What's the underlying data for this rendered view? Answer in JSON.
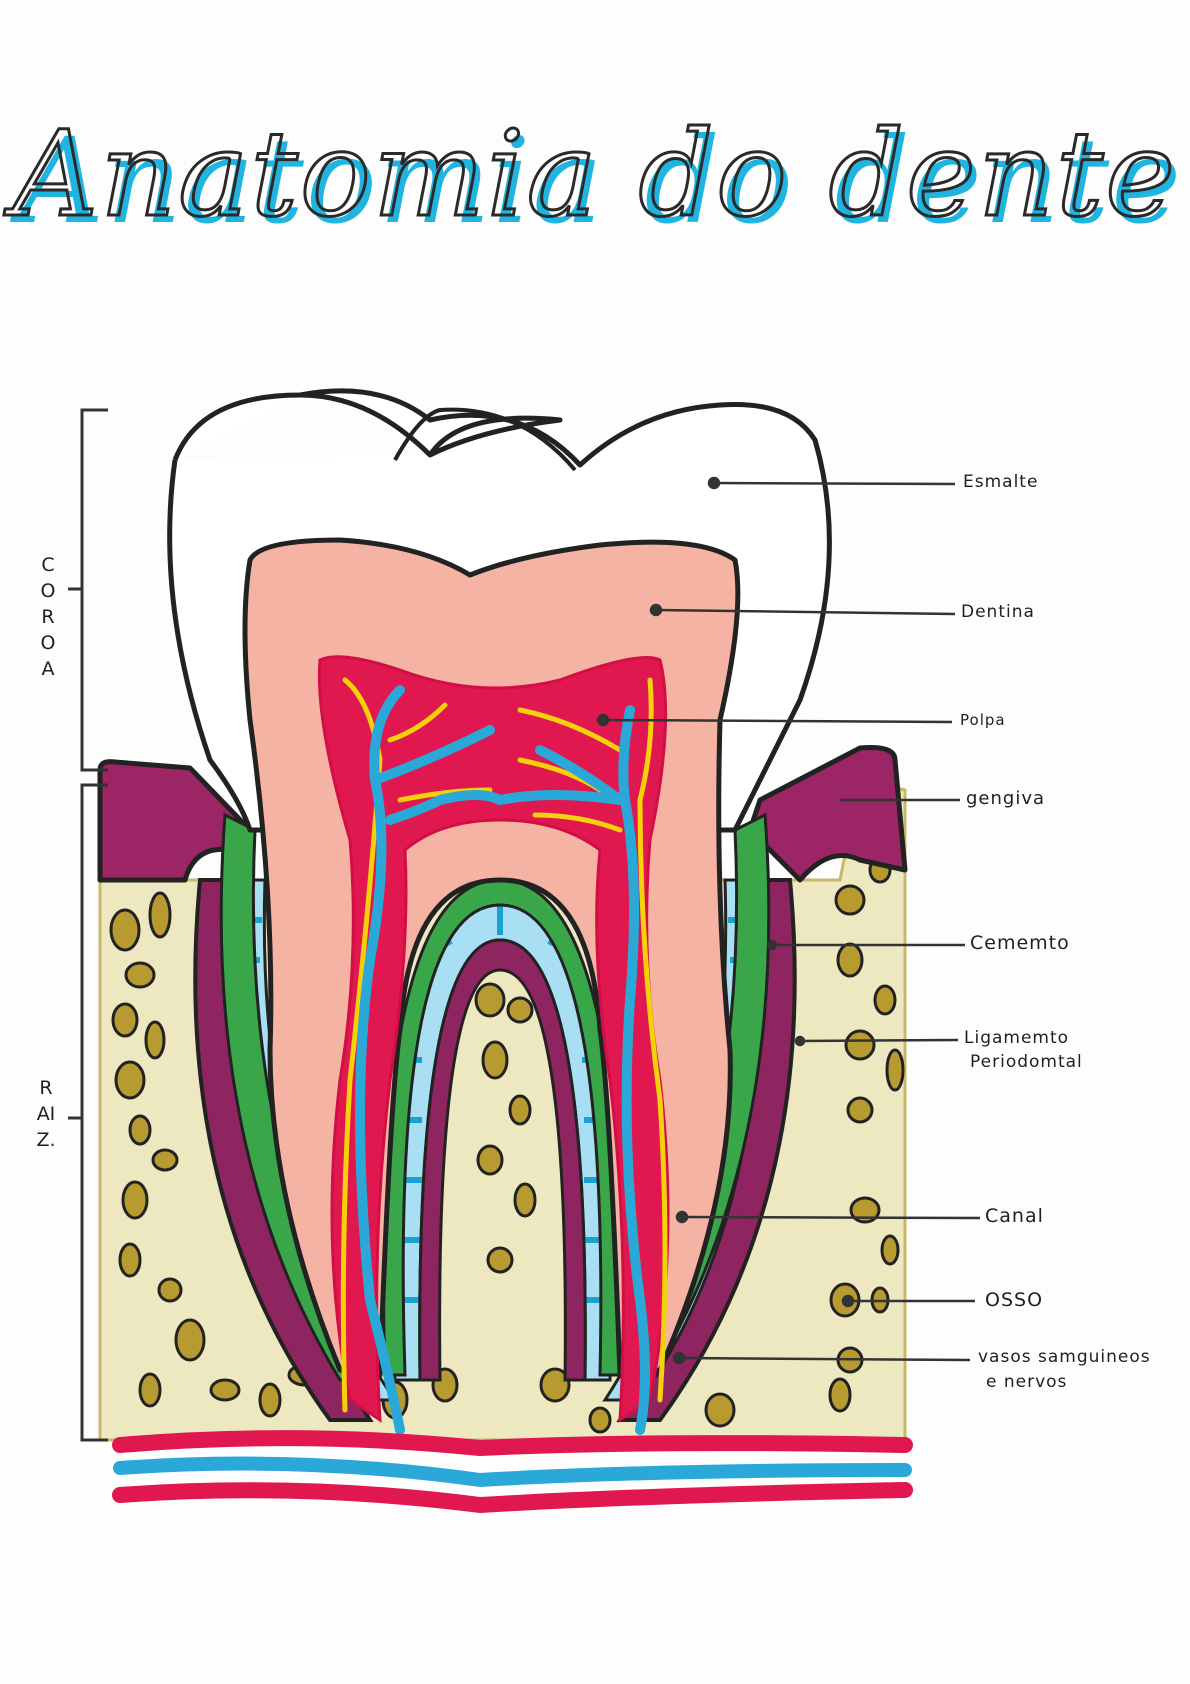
{
  "title": "Anatomia do dente",
  "regions": {
    "crown": "COROA",
    "root": "RAIZ."
  },
  "labels": {
    "esmalte": "Esmalte",
    "dentina": "Dentina",
    "polpa": "Polpa",
    "gengiva": "gengiva",
    "cemento": "Cememto",
    "ligamento_1": "Ligamemto",
    "ligamento_2": "Periodomtal",
    "canal": "Canal",
    "osso": "OSSO",
    "vasos_1": "vasos samguineos",
    "vasos_2": "e nervos"
  },
  "colors": {
    "title_shadow": "#1fb5e0",
    "outline": "#222222",
    "dentin": "#f4b3a3",
    "pulp": "#e0184f",
    "vessel_blue": "#2aa8d8",
    "nerve_yellow": "#f5d10c",
    "gum": "#9c2566",
    "cementum": "#3aa64a",
    "ligament": "#a8dff2",
    "bone": "#efe9c2",
    "bone_spots": "#b79a30"
  }
}
